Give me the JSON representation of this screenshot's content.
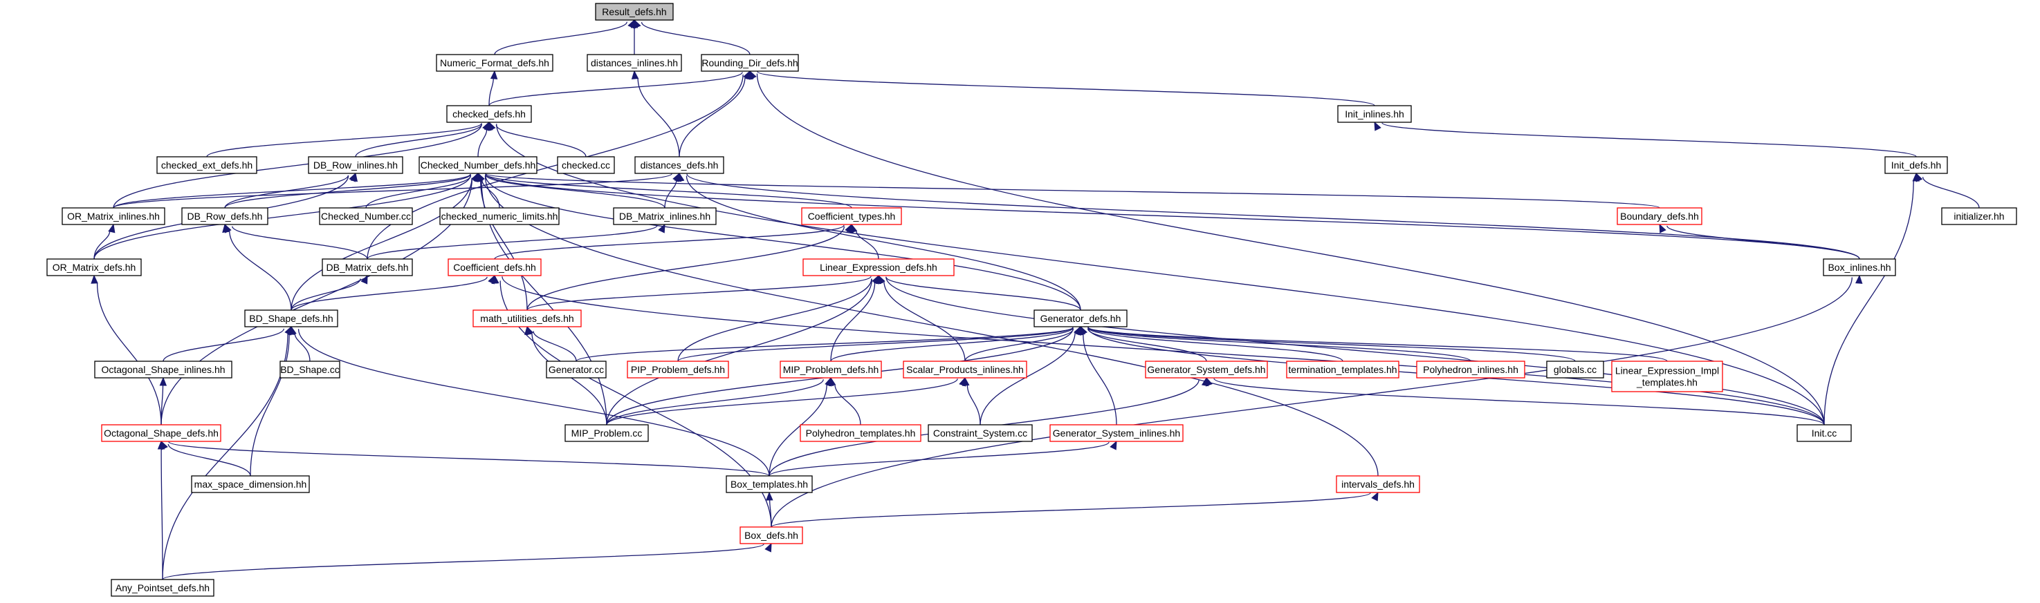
{
  "colors": {
    "edge": "#191970",
    "root_fill": "#bfbfbf",
    "plain_border": "#000000",
    "red_border": "#ff0000"
  },
  "nodes": [
    {
      "id": "result",
      "lines": [
        "Result_defs.hh"
      ],
      "style": "root"
    },
    {
      "id": "numeric",
      "lines": [
        "Numeric_Format_defs.hh"
      ],
      "style": "black"
    },
    {
      "id": "dist_inl",
      "lines": [
        "distances_inlines.hh"
      ],
      "style": "black"
    },
    {
      "id": "rounding",
      "lines": [
        "Rounding_Dir_defs.hh"
      ],
      "style": "black"
    },
    {
      "id": "checked_defs",
      "lines": [
        "checked_defs.hh"
      ],
      "style": "black"
    },
    {
      "id": "init_inl",
      "lines": [
        "Init_inlines.hh"
      ],
      "style": "black"
    },
    {
      "id": "checked_ext",
      "lines": [
        "checked_ext_defs.hh"
      ],
      "style": "black"
    },
    {
      "id": "dbrow_inl",
      "lines": [
        "DB_Row_inlines.hh"
      ],
      "style": "black"
    },
    {
      "id": "cnum_defs",
      "lines": [
        "Checked_Number_defs.hh"
      ],
      "style": "black"
    },
    {
      "id": "checked_cc",
      "lines": [
        "checked.cc"
      ],
      "style": "black"
    },
    {
      "id": "dist_defs",
      "lines": [
        "distances_defs.hh"
      ],
      "style": "black"
    },
    {
      "id": "init_defs",
      "lines": [
        "Init_defs.hh"
      ],
      "style": "black"
    },
    {
      "id": "or_inl",
      "lines": [
        "OR_Matrix_inlines.hh"
      ],
      "style": "black"
    },
    {
      "id": "dbrow_defs",
      "lines": [
        "DB_Row_defs.hh"
      ],
      "style": "black"
    },
    {
      "id": "cnum_cc",
      "lines": [
        "Checked_Number.cc"
      ],
      "style": "black"
    },
    {
      "id": "cnl",
      "lines": [
        "checked_numeric_limits.hh"
      ],
      "style": "black"
    },
    {
      "id": "dbm_inl",
      "lines": [
        "DB_Matrix_inlines.hh"
      ],
      "style": "black"
    },
    {
      "id": "coef_types",
      "lines": [
        "Coefficient_types.hh"
      ],
      "style": "red"
    },
    {
      "id": "boundary",
      "lines": [
        "Boundary_defs.hh"
      ],
      "style": "red"
    },
    {
      "id": "initializer",
      "lines": [
        "initializer.hh"
      ],
      "style": "black"
    },
    {
      "id": "or_defs",
      "lines": [
        "OR_Matrix_defs.hh"
      ],
      "style": "black"
    },
    {
      "id": "dbm_defs",
      "lines": [
        "DB_Matrix_defs.hh"
      ],
      "style": "black"
    },
    {
      "id": "coef_defs",
      "lines": [
        "Coefficient_defs.hh"
      ],
      "style": "red"
    },
    {
      "id": "linexpr",
      "lines": [
        "Linear_Expression_defs.hh"
      ],
      "style": "red"
    },
    {
      "id": "box_inl",
      "lines": [
        "Box_inlines.hh"
      ],
      "style": "black"
    },
    {
      "id": "bds_defs",
      "lines": [
        "BD_Shape_defs.hh"
      ],
      "style": "black"
    },
    {
      "id": "mathutil",
      "lines": [
        "math_utilities_defs.hh"
      ],
      "style": "red"
    },
    {
      "id": "gen_defs",
      "lines": [
        "Generator_defs.hh"
      ],
      "style": "black"
    },
    {
      "id": "oct_inl",
      "lines": [
        "Octagonal_Shape_inlines.hh"
      ],
      "style": "black"
    },
    {
      "id": "bds_cc",
      "lines": [
        "BD_Shape.cc"
      ],
      "style": "black"
    },
    {
      "id": "gen_cc",
      "lines": [
        "Generator.cc"
      ],
      "style": "black"
    },
    {
      "id": "pip",
      "lines": [
        "PIP_Problem_defs.hh"
      ],
      "style": "red"
    },
    {
      "id": "mip_defs",
      "lines": [
        "MIP_Problem_defs.hh"
      ],
      "style": "red"
    },
    {
      "id": "scalar",
      "lines": [
        "Scalar_Products_inlines.hh"
      ],
      "style": "red"
    },
    {
      "id": "gensys_defs",
      "lines": [
        "Generator_System_defs.hh"
      ],
      "style": "red"
    },
    {
      "id": "term",
      "lines": [
        "termination_templates.hh"
      ],
      "style": "red"
    },
    {
      "id": "poly_inl",
      "lines": [
        "Polyhedron_inlines.hh"
      ],
      "style": "red"
    },
    {
      "id": "globals",
      "lines": [
        "globals.cc"
      ],
      "style": "black"
    },
    {
      "id": "linexpr_impl",
      "lines": [
        "Linear_Expression_Impl",
        "_templates.hh"
      ],
      "style": "red"
    },
    {
      "id": "oct_defs",
      "lines": [
        "Octagonal_Shape_defs.hh"
      ],
      "style": "red"
    },
    {
      "id": "mip_cc",
      "lines": [
        "MIP_Problem.cc"
      ],
      "style": "black"
    },
    {
      "id": "poly_tmpl",
      "lines": [
        "Polyhedron_templates.hh"
      ],
      "style": "red"
    },
    {
      "id": "cs_cc",
      "lines": [
        "Constraint_System.cc"
      ],
      "style": "black"
    },
    {
      "id": "gensys_inl",
      "lines": [
        "Generator_System_inlines.hh"
      ],
      "style": "red"
    },
    {
      "id": "init_cc",
      "lines": [
        "Init.cc"
      ],
      "style": "black"
    },
    {
      "id": "maxsd",
      "lines": [
        "max_space_dimension.hh"
      ],
      "style": "black"
    },
    {
      "id": "box_tmpl",
      "lines": [
        "Box_templates.hh"
      ],
      "style": "black"
    },
    {
      "id": "intervals",
      "lines": [
        "intervals_defs.hh"
      ],
      "style": "red"
    },
    {
      "id": "box_defs",
      "lines": [
        "Box_defs.hh"
      ],
      "style": "red"
    },
    {
      "id": "anyps",
      "lines": [
        "Any_Pointset_defs.hh"
      ],
      "style": "black"
    }
  ],
  "edges": [
    [
      "numeric",
      "result"
    ],
    [
      "dist_inl",
      "result"
    ],
    [
      "rounding",
      "result"
    ],
    [
      "checked_defs",
      "numeric"
    ],
    [
      "checked_defs",
      "rounding"
    ],
    [
      "dist_defs",
      "dist_inl"
    ],
    [
      "dist_defs",
      "rounding"
    ],
    [
      "init_inl",
      "rounding"
    ],
    [
      "init_cc",
      "rounding"
    ],
    [
      "dbm_defs",
      "rounding"
    ],
    [
      "checked_ext",
      "checked_defs"
    ],
    [
      "dbrow_inl",
      "checked_defs"
    ],
    [
      "cnum_defs",
      "checked_defs"
    ],
    [
      "checked_cc",
      "checked_defs"
    ],
    [
      "or_inl",
      "checked_defs"
    ],
    [
      "init_cc",
      "checked_defs"
    ],
    [
      "init_defs",
      "init_inl"
    ],
    [
      "initializer",
      "init_defs"
    ],
    [
      "init_cc",
      "init_defs"
    ],
    [
      "or_inl",
      "cnum_defs"
    ],
    [
      "or_defs",
      "cnum_defs"
    ],
    [
      "dbrow_defs",
      "cnum_defs"
    ],
    [
      "cnum_cc",
      "cnum_defs"
    ],
    [
      "cnl",
      "cnum_defs"
    ],
    [
      "dbm_inl",
      "cnum_defs"
    ],
    [
      "coef_types",
      "cnum_defs"
    ],
    [
      "boundary",
      "cnum_defs"
    ],
    [
      "box_inl",
      "cnum_defs"
    ],
    [
      "bds_defs",
      "cnum_defs"
    ],
    [
      "oct_defs",
      "cnum_defs"
    ],
    [
      "mip_cc",
      "cnum_defs"
    ],
    [
      "mathutil",
      "cnum_defs"
    ],
    [
      "gen_defs",
      "cnum_defs"
    ],
    [
      "intervals",
      "cnum_defs"
    ],
    [
      "dbrow_defs",
      "dbrow_inl"
    ],
    [
      "or_defs",
      "dbrow_inl"
    ],
    [
      "dbm_inl",
      "dist_defs"
    ],
    [
      "gen_defs",
      "dist_defs"
    ],
    [
      "box_inl",
      "dist_defs"
    ],
    [
      "or_inl",
      "dist_defs"
    ],
    [
      "or_defs",
      "or_inl"
    ],
    [
      "oct_defs",
      "or_defs"
    ],
    [
      "dbm_defs",
      "dbrow_defs"
    ],
    [
      "bds_defs",
      "dbrow_defs"
    ],
    [
      "dbm_defs",
      "dbm_inl"
    ],
    [
      "bds_defs",
      "dbm_defs"
    ],
    [
      "coef_defs",
      "coef_types"
    ],
    [
      "linexpr",
      "coef_types"
    ],
    [
      "mathutil",
      "coef_types"
    ],
    [
      "box_inl",
      "boundary"
    ],
    [
      "box_defs",
      "box_inl"
    ],
    [
      "bds_defs",
      "coef_defs"
    ],
    [
      "box_defs",
      "coef_defs"
    ],
    [
      "init_cc",
      "coef_defs"
    ],
    [
      "gen_defs",
      "linexpr"
    ],
    [
      "mathutil",
      "linexpr"
    ],
    [
      "pip",
      "linexpr"
    ],
    [
      "mip_defs",
      "linexpr"
    ],
    [
      "scalar",
      "linexpr"
    ],
    [
      "mip_cc",
      "linexpr"
    ],
    [
      "init_cc",
      "linexpr"
    ],
    [
      "oct_inl",
      "bds_defs"
    ],
    [
      "bds_cc",
      "bds_defs"
    ],
    [
      "maxsd",
      "bds_defs"
    ],
    [
      "anyps",
      "bds_defs"
    ],
    [
      "box_tmpl",
      "bds_defs"
    ],
    [
      "gen_cc",
      "mathutil"
    ],
    [
      "mip_cc",
      "mathutil"
    ],
    [
      "gen_cc",
      "gen_defs"
    ],
    [
      "pip",
      "gen_defs"
    ],
    [
      "mip_defs",
      "gen_defs"
    ],
    [
      "scalar",
      "gen_defs"
    ],
    [
      "gensys_defs",
      "gen_defs"
    ],
    [
      "term",
      "gen_defs"
    ],
    [
      "poly_inl",
      "gen_defs"
    ],
    [
      "globals",
      "gen_defs"
    ],
    [
      "linexpr_impl",
      "gen_defs"
    ],
    [
      "init_cc",
      "gen_defs"
    ],
    [
      "mip_cc",
      "gen_defs"
    ],
    [
      "cs_cc",
      "gen_defs"
    ],
    [
      "gensys_inl",
      "gen_defs"
    ],
    [
      "oct_defs",
      "oct_inl"
    ],
    [
      "mip_cc",
      "mip_defs"
    ],
    [
      "poly_tmpl",
      "mip_defs"
    ],
    [
      "box_tmpl",
      "mip_defs"
    ],
    [
      "mip_cc",
      "scalar"
    ],
    [
      "cs_cc",
      "scalar"
    ],
    [
      "init_cc",
      "gensys_defs"
    ],
    [
      "box_tmpl",
      "gensys_defs"
    ],
    [
      "maxsd",
      "oct_defs"
    ],
    [
      "anyps",
      "oct_defs"
    ],
    [
      "box_tmpl",
      "oct_defs"
    ],
    [
      "box_tmpl",
      "gensys_inl"
    ],
    [
      "box_defs",
      "box_tmpl"
    ],
    [
      "box_defs",
      "intervals"
    ],
    [
      "anyps",
      "box_defs"
    ]
  ]
}
